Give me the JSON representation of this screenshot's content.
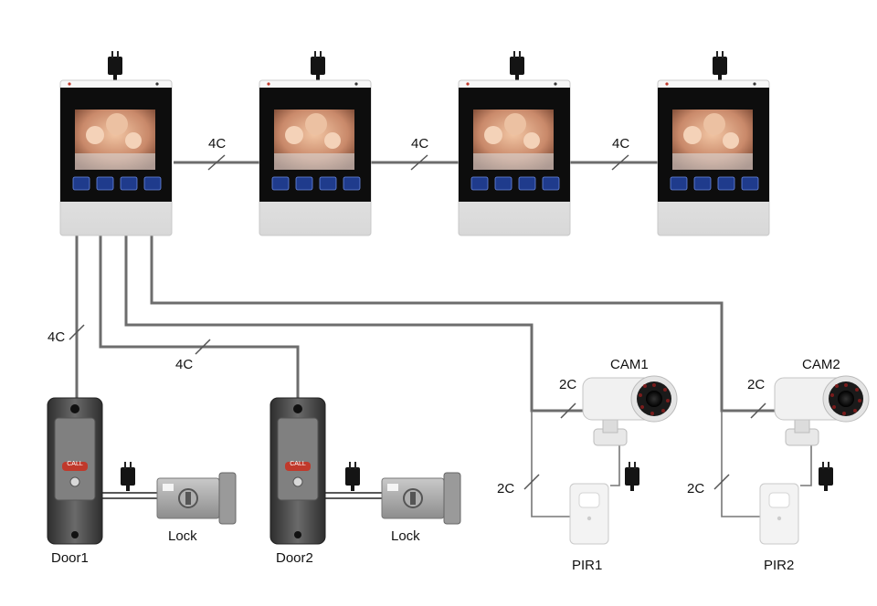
{
  "labels": {
    "cable_4c": "4C",
    "cable_2c": "2C",
    "door1": "Door1",
    "door2": "Door2",
    "lock": "Lock",
    "cam1": "CAM1",
    "cam2": "CAM2",
    "pir1": "PIR1",
    "pir2": "PIR2",
    "call": "CALL"
  },
  "colors": {
    "wire": "#6d6d6d",
    "monitor_frame": "#e9e9e9",
    "screen": "#0d0d0d",
    "door_body": "#4a4a4a",
    "call_button": "#c0392b"
  },
  "icons": {
    "monitor_buttons": [
      "transfer-icon",
      "monitor-icon",
      "unlock-icon",
      "hang-up-icon"
    ],
    "power": "power-adapter-icon"
  }
}
